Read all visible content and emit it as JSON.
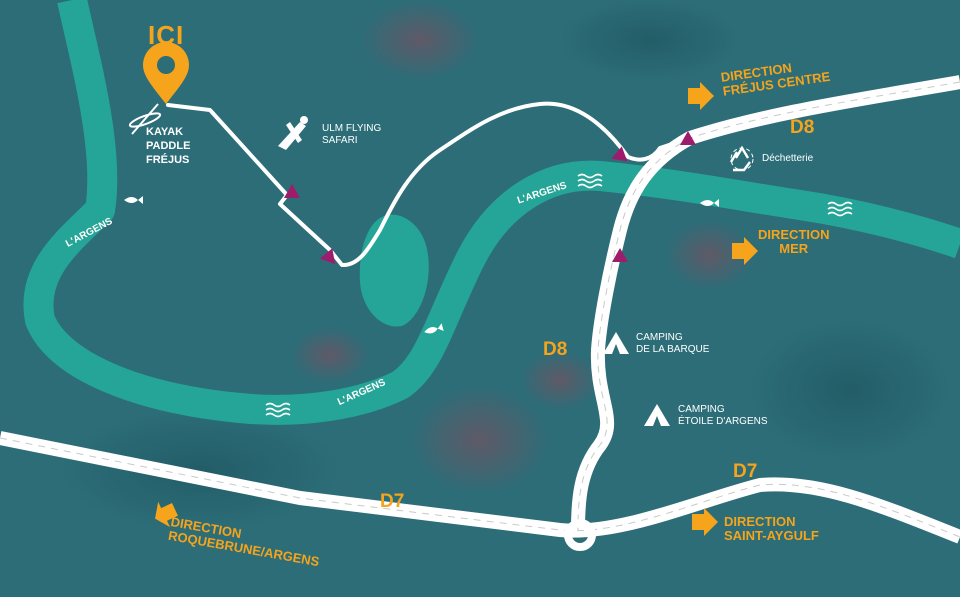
{
  "map": {
    "colors": {
      "background": "#2c6d78",
      "river": "#25a597",
      "road": "#ffffff",
      "route_arrow": "#9e1c6c",
      "accent": "#f5a41c",
      "marker": "#f5a41c"
    },
    "here_label": "ICI",
    "kayak_label": {
      "line1": "KAYAK",
      "line2": "PADDLE",
      "line3": "FRÉJUS"
    },
    "roads": {
      "d7_left": "D7",
      "d7_right": "D7",
      "d8_top": "D8",
      "d8_middle": "D8"
    },
    "directions": {
      "frejus": {
        "line1": "DIRECTION",
        "line2": "FRÉJUS CENTRE"
      },
      "mer": {
        "line1": "DIRECTION",
        "line2": "MER"
      },
      "roquebrune": {
        "line1": "DIRECTION",
        "line2": "ROQUEBRUNE/ARGENS"
      },
      "saint_aygulf": {
        "line1": "DIRECTION",
        "line2": "SAINT-AYGULF"
      }
    },
    "pois": {
      "ulm": {
        "line1": "ULM FLYING",
        "line2": "SAFARI",
        "icon": "plane-icon"
      },
      "dechetterie": {
        "label": "Déchetterie",
        "icon": "recycle-icon"
      },
      "camping_barque": {
        "line1": "CAMPING",
        "line2": "DE LA BARQUE",
        "icon": "tent-icon"
      },
      "camping_etoile": {
        "line1": "CAMPING",
        "line2": "ÉTOILE D'ARGENS",
        "icon": "tent-icon"
      }
    },
    "river_labels": {
      "left": "L'ARGENS",
      "middle": "L'ARGENS",
      "bottom": "L'ARGENS"
    }
  }
}
